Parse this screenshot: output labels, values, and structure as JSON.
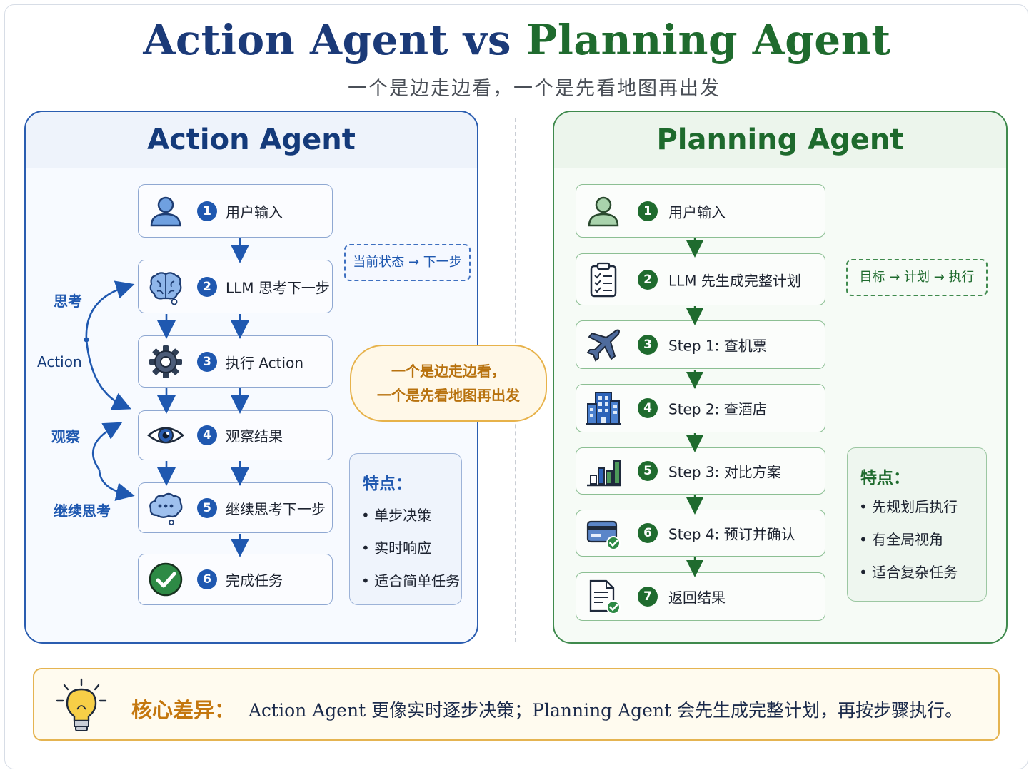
{
  "title": {
    "left": "Action Agent",
    "vs": "vs",
    "right": "Planning Agent"
  },
  "subtitle": "一个是边走边看，一个是先看地图再出发",
  "action_panel": {
    "title": "Action Agent",
    "steps": [
      {
        "num": "1",
        "label": "用户输入",
        "icon": "user-icon"
      },
      {
        "num": "2",
        "label": "LLM 思考下一步",
        "icon": "brain-icon"
      },
      {
        "num": "3",
        "label": "执行 Action",
        "icon": "gear-icon"
      },
      {
        "num": "4",
        "label": "观察结果",
        "icon": "eye-icon"
      },
      {
        "num": "5",
        "label": "继续思考下一步",
        "icon": "thought-bubble-icon"
      },
      {
        "num": "6",
        "label": "完成任务",
        "icon": "check-circle-icon"
      }
    ],
    "tag": "当前状态 → 下一步",
    "loop_labels": {
      "think": "思考",
      "action": "Action",
      "observe": "观察",
      "continue": "继续思考"
    },
    "features": {
      "heading": "特点：",
      "items": [
        "• 单步决策",
        "• 实时响应",
        "• 适合简单任务"
      ]
    }
  },
  "center_note": {
    "line1": "一个是边走边看，",
    "line2": "一个是先看地图再出发"
  },
  "planning_panel": {
    "title": "Planning Agent",
    "steps": [
      {
        "num": "1",
        "label": "用户输入",
        "icon": "user-icon"
      },
      {
        "num": "2",
        "label": "LLM 先生成完整计划",
        "icon": "clipboard-checklist-icon"
      },
      {
        "num": "3",
        "label": "Step 1:  查机票",
        "icon": "airplane-icon"
      },
      {
        "num": "4",
        "label": "Step 2:  查酒店",
        "icon": "hotel-building-icon"
      },
      {
        "num": "5",
        "label": "Step 3:  对比方案",
        "icon": "bar-chart-icon"
      },
      {
        "num": "6",
        "label": "Step 4:  预订并确认",
        "icon": "credit-card-check-icon"
      },
      {
        "num": "7",
        "label": "返回结果",
        "icon": "document-check-icon"
      }
    ],
    "tag": "目标 → 计划 → 执行",
    "features": {
      "heading": "特点：",
      "items": [
        "• 先规划后执行",
        "• 有全局视角",
        "• 适合复杂任务"
      ]
    }
  },
  "bottom": {
    "heading": "核心差异：",
    "text": "Action Agent 更像实时逐步决策；Planning Agent 会先生成完整计划，再按步骤执行。",
    "icon": "lightbulb-icon"
  },
  "colors": {
    "action_blue": "#1f58b0",
    "planning_green": "#1f6b2e",
    "accent_orange": "#c4770e"
  }
}
